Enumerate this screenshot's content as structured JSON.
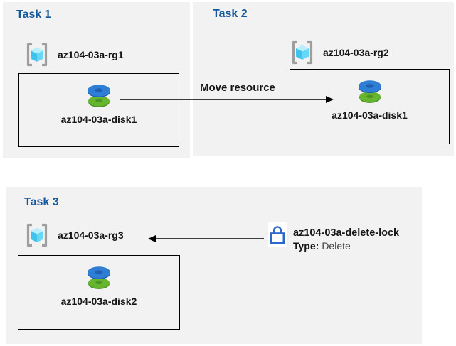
{
  "colors": {
    "panel_bg": "#f2f2f2",
    "heading": "#15599c",
    "label": "#161616",
    "muted": "#3f3f3f",
    "arrow": "#000000",
    "box_border": "#000000",
    "rg_bracket": "#9e9e9e",
    "cube_top": "#b9eefb",
    "cube_left": "#3cc3ee",
    "cube_right": "#66d7f5",
    "disk_blue": "#2f7ed6",
    "disk_blue_dark": "#1f5fb2",
    "disk_green": "#67b52f",
    "disk_green_dark": "#4b9424",
    "lock_blue": "#2a69c8"
  },
  "tasks": [
    {
      "label": "Task 1",
      "resource_group": "az104-03a-rg1",
      "disk": "az104-03a-disk1"
    },
    {
      "label": "Task 2",
      "resource_group": "az104-03a-rg2",
      "disk": "az104-03a-disk1"
    },
    {
      "label": "Task 3",
      "resource_group": "az104-03a-rg3",
      "disk": "az104-03a-disk2"
    }
  ],
  "move_arrow": {
    "label": "Move resource"
  },
  "lock": {
    "name": "az104-03a-delete-lock",
    "type_label": "Type:",
    "type_value": "Delete"
  },
  "icons": {
    "resource_group": "resource-group-icon",
    "disk": "disk-icon",
    "lock": "lock-icon"
  }
}
